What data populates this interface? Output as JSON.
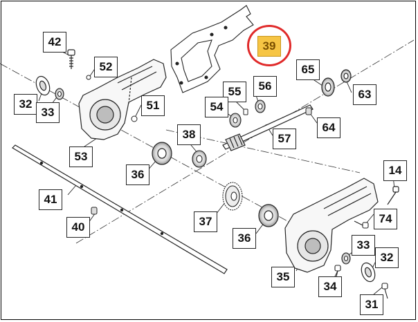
{
  "diagram": {
    "highlight_color": "#f6c544",
    "ring_color": "#e02a2a",
    "callouts": [
      {
        "id": "c42",
        "label": "42"
      },
      {
        "id": "c52",
        "label": "52"
      },
      {
        "id": "c32a",
        "label": "32"
      },
      {
        "id": "c33a",
        "label": "33"
      },
      {
        "id": "c51",
        "label": "51"
      },
      {
        "id": "c53",
        "label": "53"
      },
      {
        "id": "c39",
        "label": "39",
        "highlight": true
      },
      {
        "id": "c55",
        "label": "55"
      },
      {
        "id": "c56",
        "label": "56"
      },
      {
        "id": "c54",
        "label": "54"
      },
      {
        "id": "c65",
        "label": "65"
      },
      {
        "id": "c63",
        "label": "63"
      },
      {
        "id": "c64",
        "label": "64"
      },
      {
        "id": "c57",
        "label": "57"
      },
      {
        "id": "c38",
        "label": "38"
      },
      {
        "id": "c36a",
        "label": "36"
      },
      {
        "id": "c41",
        "label": "41"
      },
      {
        "id": "c37",
        "label": "37"
      },
      {
        "id": "c40",
        "label": "40"
      },
      {
        "id": "c36b",
        "label": "36"
      },
      {
        "id": "c14",
        "label": "14"
      },
      {
        "id": "c74",
        "label": "74"
      },
      {
        "id": "c33b",
        "label": "33"
      },
      {
        "id": "c32b",
        "label": "32"
      },
      {
        "id": "c35",
        "label": "35"
      },
      {
        "id": "c34",
        "label": "34"
      },
      {
        "id": "c31",
        "label": "31"
      }
    ]
  }
}
